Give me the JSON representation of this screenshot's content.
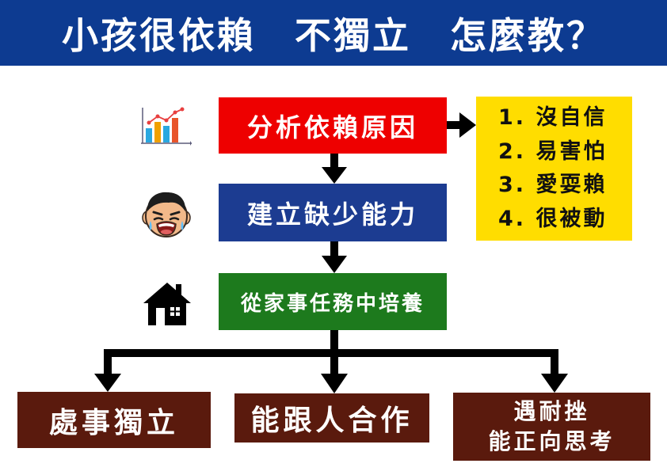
{
  "header": {
    "title": "小孩很依賴　不獨立　怎麼教？"
  },
  "steps": {
    "analyze": "分析依賴原因",
    "build": "建立缺少能力",
    "train": "從家事任務中培養"
  },
  "reasons": {
    "items": [
      "1. 沒自信",
      "2. 易害怕",
      "3. 愛耍賴",
      "4. 很被動"
    ]
  },
  "outcomes": {
    "independent": "處事獨立",
    "cooperate": "能跟人合作",
    "resilient_line1": "遇耐挫",
    "resilient_line2": "能正向思考"
  },
  "icons": {
    "analyze": "bar-chart-icon",
    "build": "crying-face-icon",
    "train": "house-icon"
  },
  "colors": {
    "header": "#0d3b91",
    "analyze": "#ee0000",
    "build": "#1c3c91",
    "train": "#1d7a1d",
    "outcome": "#5a1a0d",
    "reasons": "#ffdd00",
    "connector": "#000000"
  }
}
